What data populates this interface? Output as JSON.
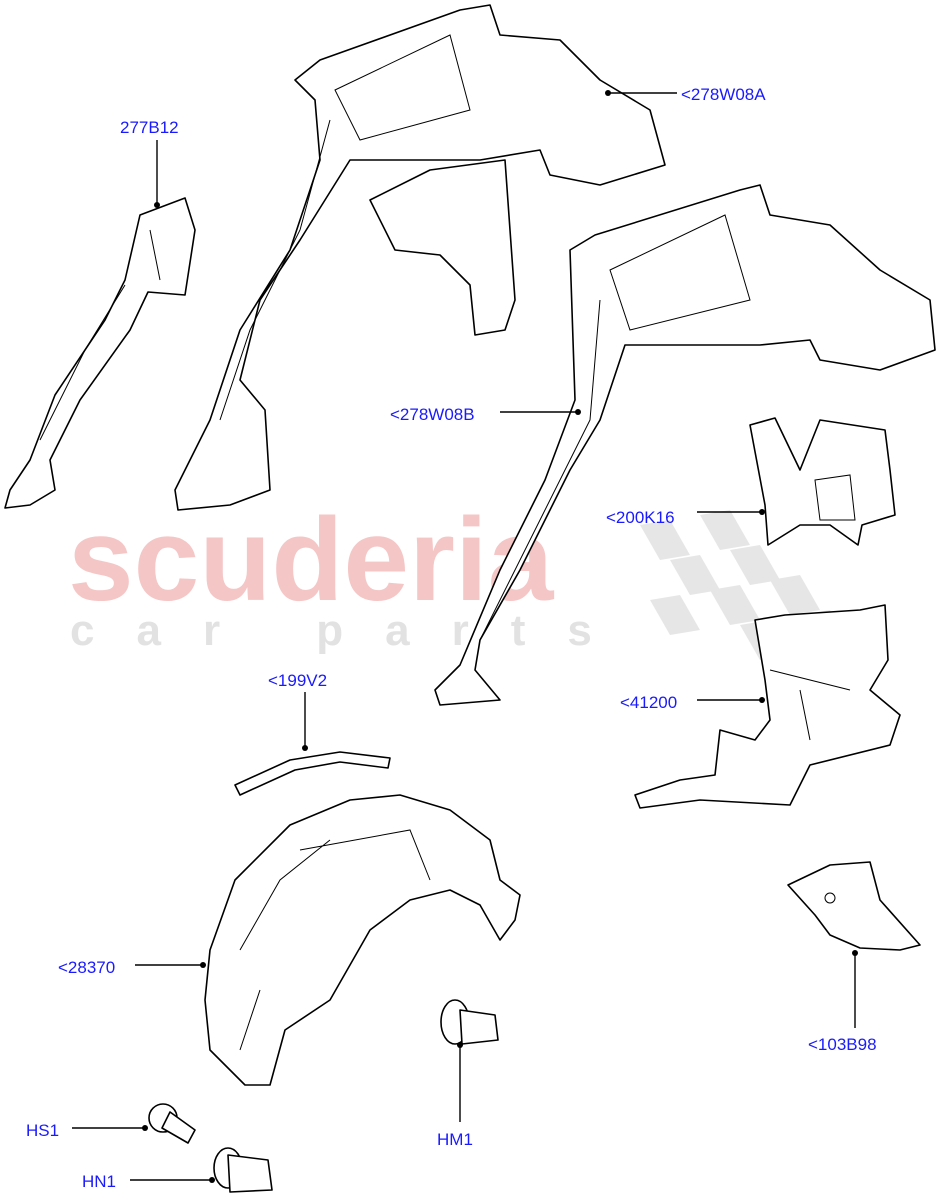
{
  "watermark": {
    "brand": "scuderia",
    "tagline": "car parts",
    "brand_color": "#f5c6c6",
    "checker_color": "#dcdcdc"
  },
  "callouts": [
    {
      "id": "277b12",
      "label": "277B12"
    },
    {
      "id": "278w08a",
      "label": "<278W08A"
    },
    {
      "id": "278w08b",
      "label": "<278W08B"
    },
    {
      "id": "200k16",
      "label": "<200K16"
    },
    {
      "id": "41200",
      "label": "<41200"
    },
    {
      "id": "199v2",
      "label": "<199V2"
    },
    {
      "id": "28370",
      "label": "<28370"
    },
    {
      "id": "103b98",
      "label": "<103B98"
    },
    {
      "id": "hs1",
      "label": "HS1"
    },
    {
      "id": "hm1",
      "label": "HM1"
    },
    {
      "id": "hn1",
      "label": "HN1"
    }
  ],
  "label_color": "#1a1aff"
}
